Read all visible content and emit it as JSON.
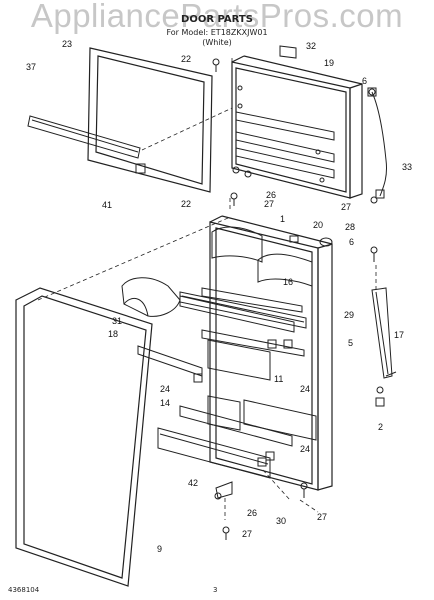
{
  "header": {
    "watermark": "AppliancePartsPros.com",
    "title": "DOOR PARTS",
    "model_line": "For Model: ET18ZKXJW01",
    "color_line": "(White)"
  },
  "footer": {
    "code": "4368104",
    "page": "3"
  },
  "colors": {
    "line": "#222222",
    "watermark": "#9a9a9a"
  },
  "callouts": [
    "23",
    "22",
    "32",
    "37",
    "19",
    "6",
    "26",
    "33",
    "41",
    "22",
    "27",
    "27",
    "1",
    "20",
    "28",
    "6",
    "16",
    "31",
    "29",
    "18",
    "5",
    "17",
    "11",
    "24",
    "24",
    "14",
    "2",
    "42",
    "24",
    "26",
    "30",
    "27",
    "27",
    "9"
  ]
}
